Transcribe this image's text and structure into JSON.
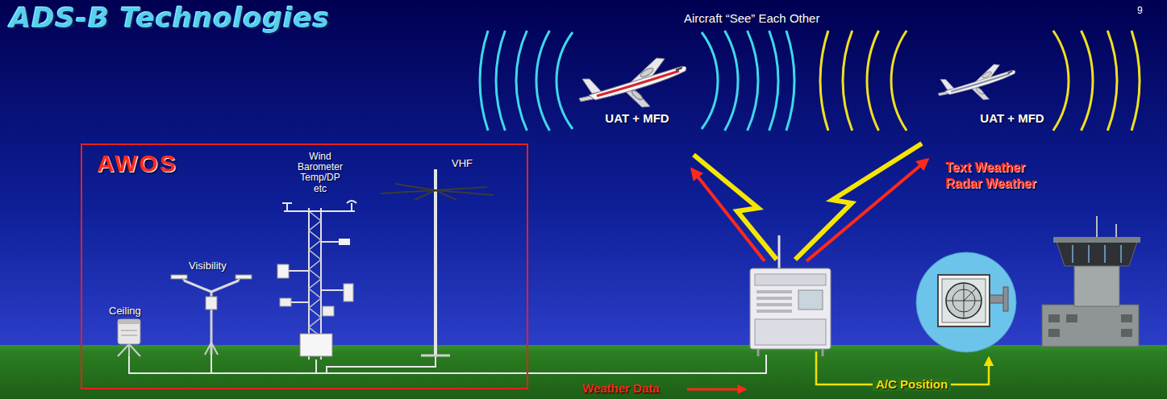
{
  "diagram": {
    "title": "ADS-B Technologies",
    "nodes": [
      {
        "text": [
          "AWOS",
          "Wind Barometer Temp/DP etc",
          "VHF",
          "Visibility",
          "Ceiling"
        ]
      },
      {
        "text": [
          "UAT + MFD"
        ]
      },
      {
        "text": [
          "UAT + MFD"
        ]
      }
    ],
    "labels": [
      "9",
      "Aircraft “See” Each Other",
      "Text Weather Radar Weather",
      "Weather Data",
      "A/C Position"
    ]
  }
}
